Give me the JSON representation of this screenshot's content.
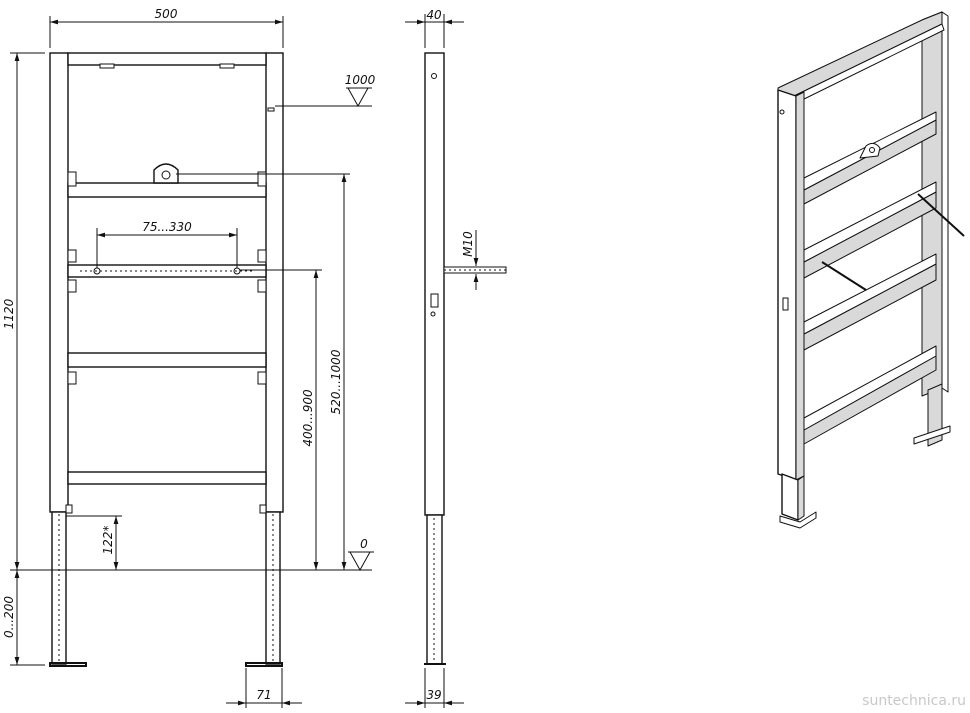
{
  "dimensions": {
    "width": "500",
    "height": "1120",
    "adjust_leg": "0...200",
    "leg_width": "71",
    "level_top": "1000",
    "level_zero": "0",
    "bracket_span": "75...330",
    "range_520": "520...1000",
    "range_400": "400...900",
    "offset_122": "122*",
    "depth_top": "40",
    "depth_bottom": "39",
    "thread": "M10"
  },
  "watermark": "suntechnica.ru"
}
